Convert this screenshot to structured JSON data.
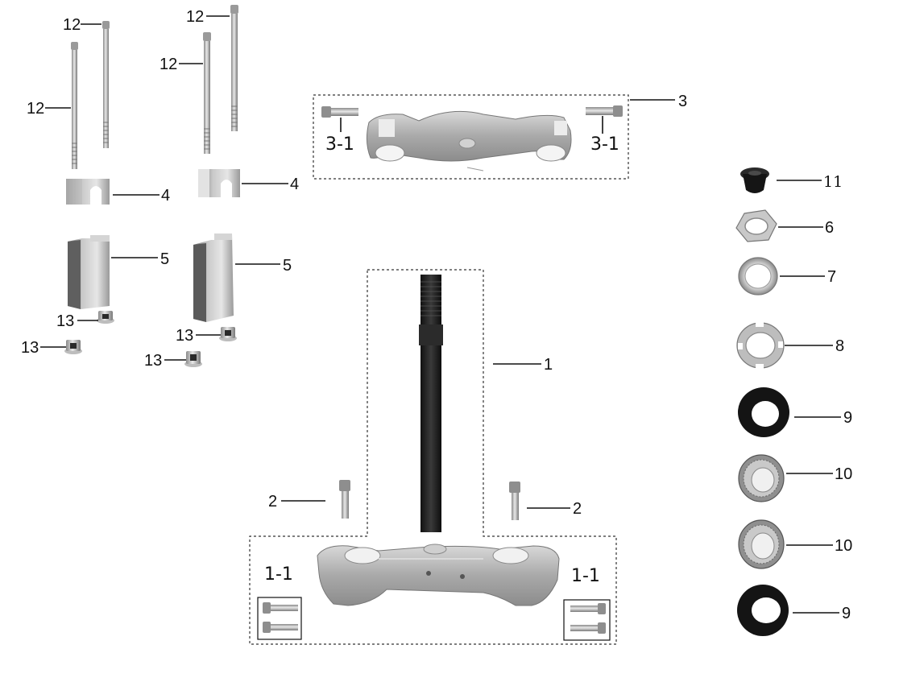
{
  "callouts": {
    "stem": "1",
    "stem_bolt_set": "1-1",
    "stem_bolt": "2",
    "upper_bracket": "3",
    "upper_bracket_bolt": "3-1",
    "clamp_top": "4",
    "clamp_bottom": "5",
    "cap": "11",
    "nut": "6",
    "washer": "7",
    "slotted_nut": "8",
    "dust_seal": "9",
    "bearing": "10",
    "long_bolt": "12",
    "flange_nut": "13"
  },
  "colors": {
    "metal_light": "#e6e6e6",
    "metal_mid": "#b9b9b9",
    "metal_dark": "#7c7c7c",
    "black_part": "#1b1b1b"
  }
}
